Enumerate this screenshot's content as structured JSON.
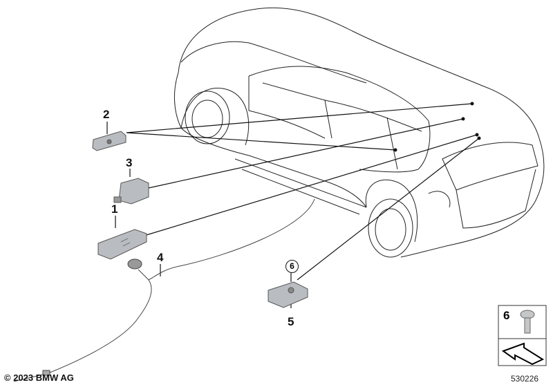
{
  "parts": [
    {
      "number": "1"
    },
    {
      "number": "2"
    },
    {
      "number": "3"
    },
    {
      "number": "4"
    },
    {
      "number": "5"
    },
    {
      "number": "6"
    }
  ],
  "legend_box": {
    "part_number": "6",
    "icons": [
      "screw-icon",
      "arrow-icon"
    ]
  },
  "copyright": "© 2023 BMW AG",
  "diagram_code": "530226",
  "colors": {
    "line": "#111111",
    "part_fill": "#b9bcc0"
  }
}
